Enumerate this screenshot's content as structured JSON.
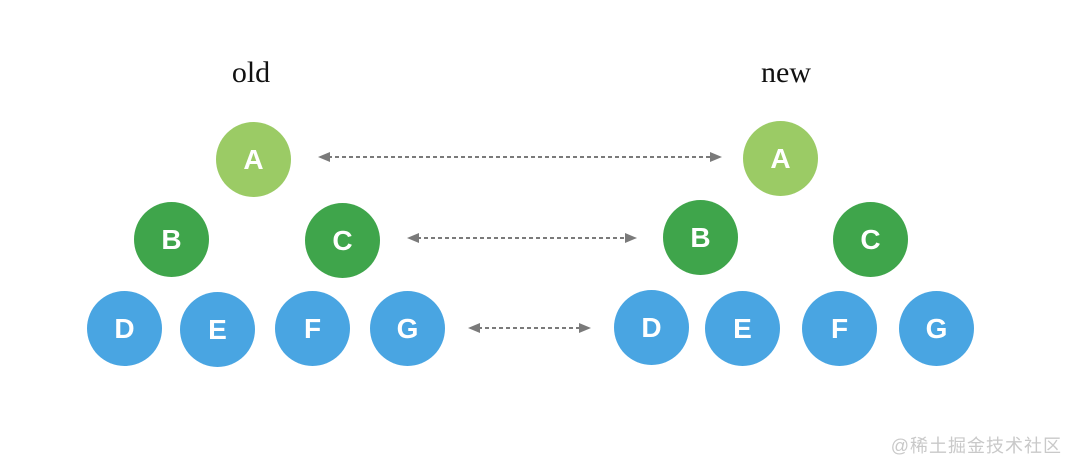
{
  "titles": {
    "old": "old",
    "new": "new"
  },
  "nodes": {
    "old": [
      {
        "label": "A"
      },
      {
        "label": "B"
      },
      {
        "label": "C"
      },
      {
        "label": "D"
      },
      {
        "label": "E"
      },
      {
        "label": "F"
      },
      {
        "label": "G"
      }
    ],
    "new": [
      {
        "label": "A"
      },
      {
        "label": "B"
      },
      {
        "label": "C"
      },
      {
        "label": "D"
      },
      {
        "label": "E"
      },
      {
        "label": "F"
      },
      {
        "label": "G"
      }
    ]
  },
  "colors": {
    "root": "#9BCB65",
    "branch": "#3FA54B",
    "leaf": "#49A5E2",
    "arrow": "#7a7a7a",
    "title": "#111111",
    "watermark": "#c9c9c9"
  },
  "watermark": "@稀土掘金技术社区"
}
